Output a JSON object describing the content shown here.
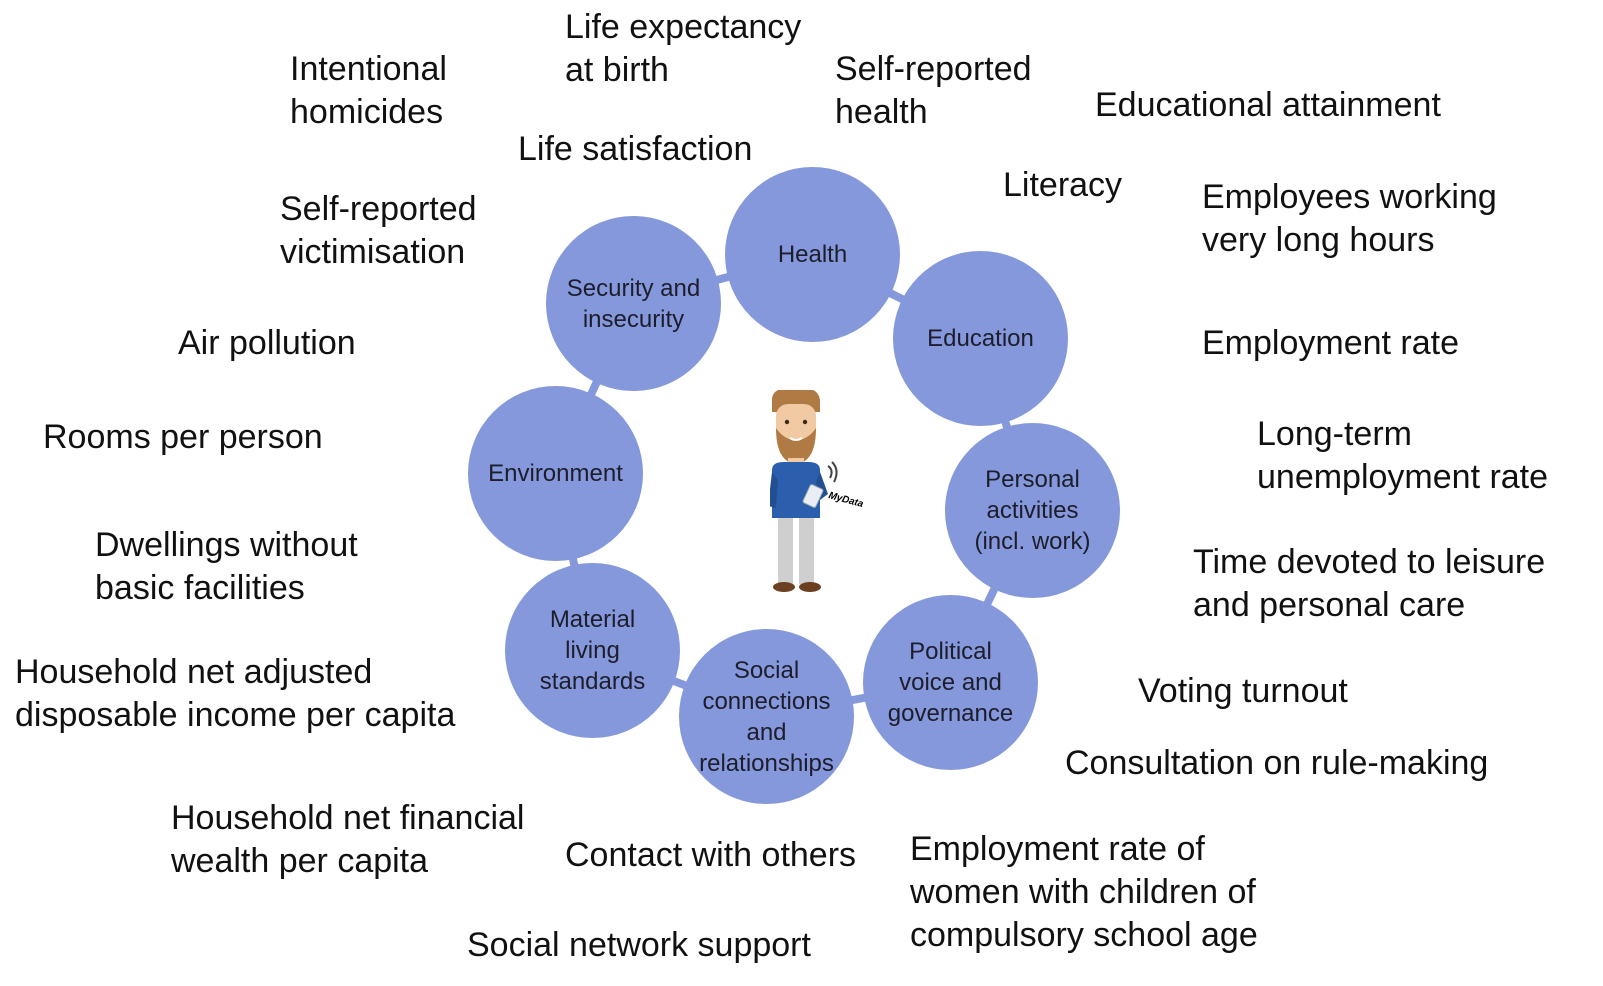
{
  "center": {
    "badge_label": "MyData"
  },
  "dimensions": [
    {
      "id": "health",
      "label": "Health"
    },
    {
      "id": "education",
      "label": "Education"
    },
    {
      "id": "personal-activities",
      "label": "Personal\nactivities\n(incl. work)"
    },
    {
      "id": "political-voice",
      "label": "Political\nvoice and\ngovernance"
    },
    {
      "id": "social-connections",
      "label": "Social\nconnections\nand\nrelationships"
    },
    {
      "id": "material-living",
      "label": "Material\nliving\nstandards"
    },
    {
      "id": "environment",
      "label": "Environment"
    },
    {
      "id": "security",
      "label": "Security and\ninsecurity"
    }
  ],
  "indicators": [
    {
      "id": "intentional-homicides",
      "text": "Intentional\nhomicides"
    },
    {
      "id": "life-expectancy",
      "text": "Life expectancy\nat birth"
    },
    {
      "id": "self-reported-health",
      "text": "Self-reported\nhealth"
    },
    {
      "id": "educational-attainment",
      "text": "Educational attainment"
    },
    {
      "id": "life-satisfaction",
      "text": "Life satisfaction"
    },
    {
      "id": "literacy",
      "text": "Literacy"
    },
    {
      "id": "employees-long-hours",
      "text": "Employees working\nvery long hours"
    },
    {
      "id": "self-reported-victimisation",
      "text": "Self-reported\nvictimisation"
    },
    {
      "id": "air-pollution",
      "text": "Air pollution"
    },
    {
      "id": "employment-rate",
      "text": "Employment rate"
    },
    {
      "id": "rooms-per-person",
      "text": "Rooms per person"
    },
    {
      "id": "long-term-unemployment",
      "text": "Long-term\nunemployment rate"
    },
    {
      "id": "dwellings-without-facilities",
      "text": "Dwellings without\nbasic facilities"
    },
    {
      "id": "time-leisure",
      "text": "Time devoted to leisure\nand personal care"
    },
    {
      "id": "household-income",
      "text": "Household net adjusted\ndisposable income per capita"
    },
    {
      "id": "voting-turnout",
      "text": "Voting turnout"
    },
    {
      "id": "consultation-rule-making",
      "text": "Consultation on rule-making"
    },
    {
      "id": "household-wealth",
      "text": "Household net financial\nwealth per capita"
    },
    {
      "id": "contact-with-others",
      "text": "Contact with others"
    },
    {
      "id": "employment-women-children",
      "text": "Employment rate of\nwomen with children of\ncompulsory school age"
    },
    {
      "id": "social-network-support",
      "text": "Social network support"
    }
  ]
}
